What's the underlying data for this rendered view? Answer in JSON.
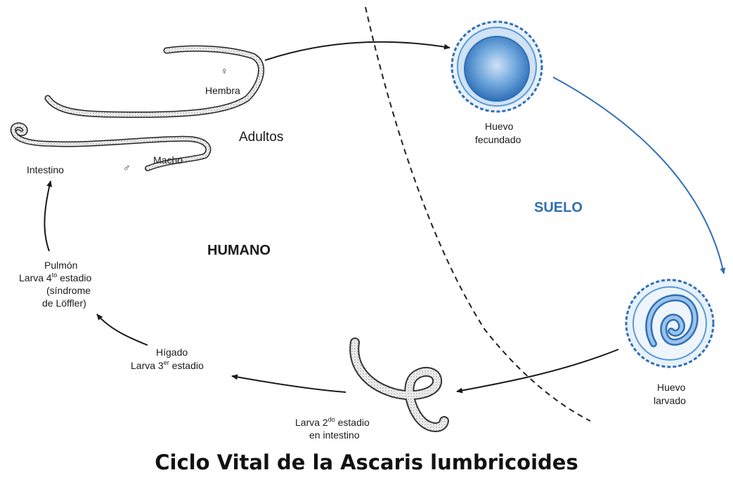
{
  "title": "Ciclo Vital de la Ascaris lumbricoides",
  "regions": {
    "human": "HUMANO",
    "soil": "SUELO"
  },
  "symbols": {
    "female": "♀",
    "male": "♂"
  },
  "stages": {
    "adults": "Adultos",
    "female": "Hembra",
    "male": "Macho",
    "intestine": "Intestino",
    "fertilized_egg": [
      "Huevo",
      "fecundado"
    ],
    "larvated_egg": [
      "Huevo",
      "larvado"
    ],
    "larva_2": {
      "line1_pre": "Larva 2",
      "line1_sup": "do",
      "line1_post": " estadio",
      "line2": "en intestino"
    },
    "liver": {
      "line1": "Hígado",
      "line2_pre": "Larva 3",
      "line2_sup": "er",
      "line2_post": " estadio"
    },
    "lung": {
      "line1": "Pulmón",
      "line2_pre": "Larva 4",
      "line2_sup": "to",
      "line2_post": " estadio",
      "line3": "(síndrome",
      "line4": "de Löffler)"
    }
  },
  "colors": {
    "soil": "#2f6fb7",
    "human": "#1a1a1a",
    "egg_fill": "#5c9ad6",
    "egg_shell": "#dfeefb"
  },
  "icons": [
    "female-worm",
    "male-worm",
    "fertilized-egg-icon",
    "larvated-egg-icon",
    "larva-icon"
  ]
}
